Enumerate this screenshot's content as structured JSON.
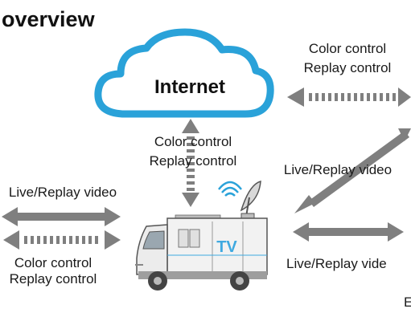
{
  "title": "overview",
  "cloud": {
    "label": "Internet"
  },
  "labels": {
    "top_right_line1": "Color control",
    "top_right_line2": "Replay control",
    "center_line1": "Color control",
    "center_line2": "Replay control",
    "left_top": "Live/Replay video",
    "left_bottom_line1": "Color control",
    "left_bottom_line2": "Replay control",
    "right_diag": "Live/Replay video",
    "right_bottom": "Live/Replay vide",
    "corner_fragment": "E"
  },
  "truck": {
    "badge": "TV"
  },
  "colors": {
    "cloud": "#2aa2d9",
    "arrow": "#7f7f7f",
    "truck_logo": "#3fa9e0"
  }
}
